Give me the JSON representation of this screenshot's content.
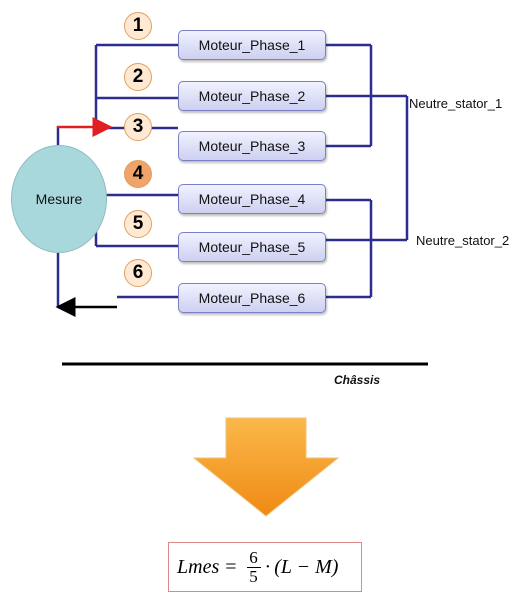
{
  "mesure_label": "Mesure",
  "phases": [
    {
      "label": "Moteur_Phase_1",
      "number": "1"
    },
    {
      "label": "Moteur_Phase_2",
      "number": "2"
    },
    {
      "label": "Moteur_Phase_3",
      "number": "3"
    },
    {
      "label": "Moteur_Phase_4",
      "number": "4"
    },
    {
      "label": "Moteur_Phase_5",
      "number": "5"
    },
    {
      "label": "Moteur_Phase_6",
      "number": "6"
    }
  ],
  "neutre_1": "Neutre_stator_1",
  "neutre_2": "Neutre_stator_2",
  "chassis_label": "Châssis",
  "formula": {
    "lhs": "Lmes",
    "equals": "=",
    "numerator": "6",
    "denominator": "5",
    "dot": "·",
    "rhs": "(L − M)"
  },
  "colors": {
    "wire": "#2b2d8f",
    "arrow_in": "#e02020",
    "arrow_out": "#000000",
    "box_border": "#7b7fc4",
    "mesure_fill": "#a9d8dc",
    "badge_border": "#e0a060",
    "big_arrow": "#f39a1f"
  }
}
